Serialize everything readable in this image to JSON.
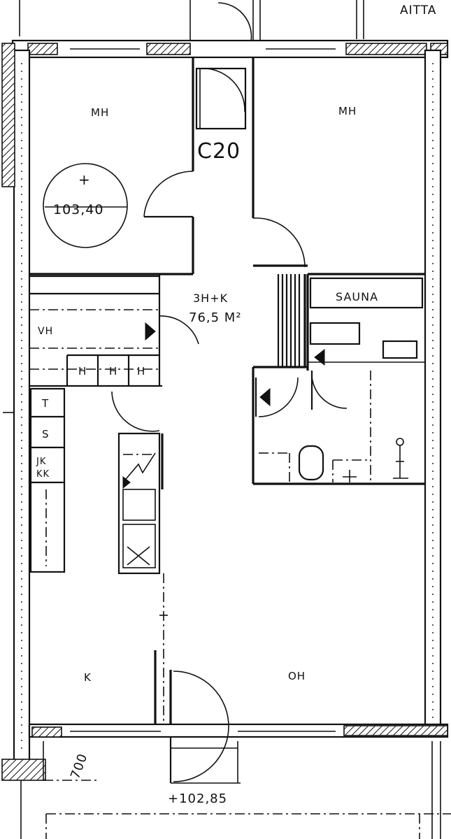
{
  "plan": {
    "header_fragment": "AITTA",
    "apartment_id": "C20",
    "apartment_type": "3H+K",
    "apartment_area": "76,5 M²",
    "level_mark_upper": "103,40",
    "level_mark_upper_sign": "+",
    "level_mark_lower": "+102,85",
    "dimension_700": "700"
  },
  "rooms": {
    "bedroom_left": "MH",
    "bedroom_right": "MH",
    "hall": "VH",
    "sauna": "SAUNA",
    "kitchen": "K",
    "living_room": "OH"
  },
  "closets": [
    "H",
    "H",
    "H"
  ],
  "kitchen_units": {
    "unit_t": "T",
    "unit_s": "S",
    "unit_jk": "JK",
    "unit_kk": "KK"
  }
}
